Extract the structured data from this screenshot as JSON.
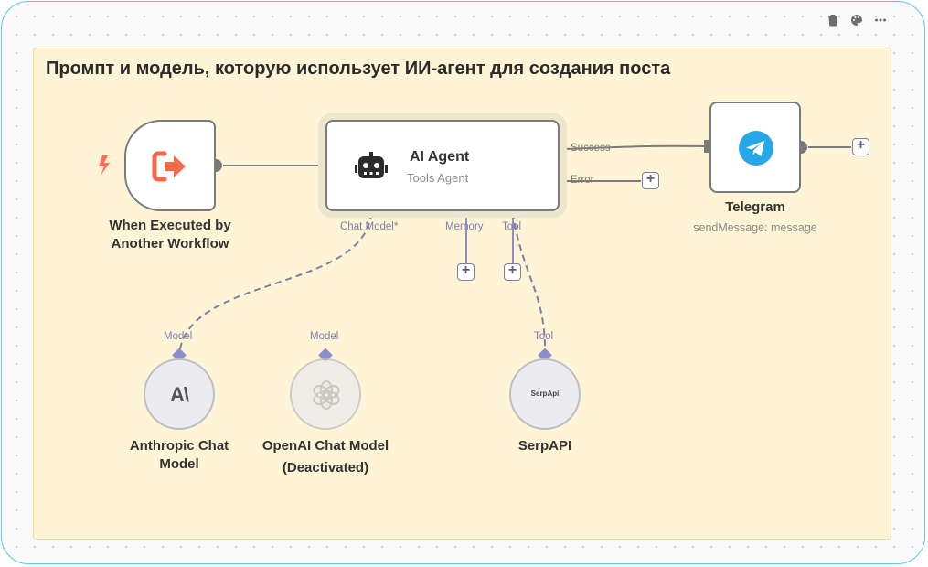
{
  "sticky": {
    "title": "Промпт и модель, которую использует ИИ-агент для создания поста"
  },
  "toolbar": [
    "trash-icon",
    "palette-icon",
    "more-icon"
  ],
  "nodes": {
    "trigger": {
      "label_line1": "When Executed by",
      "label_line2": "Another Workflow",
      "icon": "sign-out-icon"
    },
    "agent": {
      "title": "AI Agent",
      "subtitle": "Tools Agent",
      "icon": "robot-icon",
      "outputs": [
        "Success",
        "Error"
      ],
      "ports": {
        "chat_model": "Chat Model",
        "required_mark": "*",
        "memory": "Memory",
        "tool": "Tool"
      }
    },
    "telegram": {
      "label": "Telegram",
      "subtitle": "sendMessage: message",
      "icon": "telegram-icon"
    },
    "anthropic": {
      "label_line1": "Anthropic Chat",
      "label_line2": "Model",
      "port": "Model",
      "logo_text": "A\\"
    },
    "openai": {
      "label_line1": "OpenAI Chat Model",
      "label_line2": "(Deactivated)",
      "port": "Model",
      "icon": "openai-icon"
    },
    "serpapi": {
      "label": "SerpAPI",
      "port": "Tool",
      "logo_text": "SerpApi"
    }
  },
  "colors": {
    "trigger_icon": "#f26a4b",
    "bolt": "#ff6d5a",
    "telegram": "#27a7e5",
    "port": "#8b8fc9",
    "canvas_border": "#5ac8f0",
    "sticky_bg": "#fff5d6"
  },
  "plus_symbol": "+"
}
